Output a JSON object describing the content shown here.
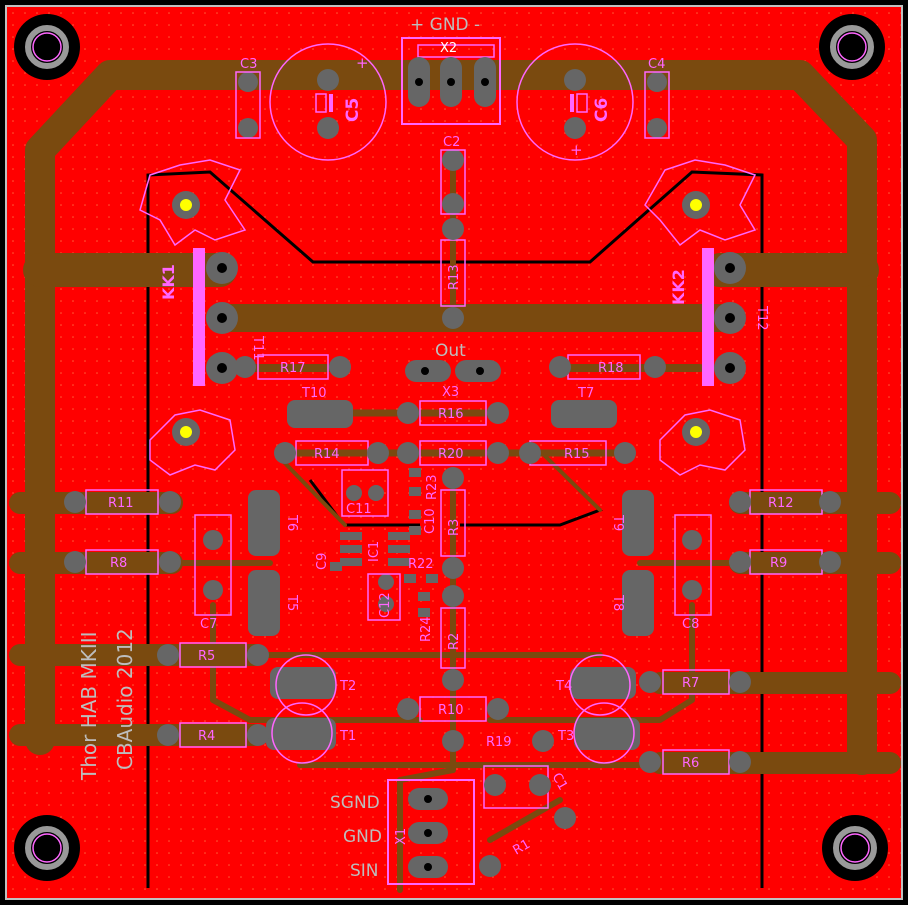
{
  "colors": {
    "background": "#000000",
    "copper_top": "#ff0000",
    "trace_bottom": "#7a4a0f",
    "silkscreen": "#ff66ff",
    "pad": "#666666",
    "mount_ring": "#999999",
    "outline": "#c0c0c0",
    "label_grey": "#bdbdbd"
  },
  "board": {
    "gnd_label": "+ GND -",
    "out_label": "Out",
    "title": "Thor HAB MKIII",
    "subtitle": "CBAudio 2012",
    "input_labels": {
      "sgnd": "SGND",
      "gnd": "GND",
      "sin": "SIN"
    }
  },
  "components": {
    "x2": "X2",
    "x3": "X3",
    "x1": "X1",
    "c1": "C1",
    "c2": "C2",
    "c3": "C3",
    "c4": "C4",
    "c5": "C5",
    "c6": "C6",
    "c7": "C7",
    "c8": "C8",
    "c9": "C9",
    "c10": "C10",
    "c11": "C11",
    "c12": "C12",
    "kk1": "KK1",
    "kk2": "KK2",
    "t1": "T1",
    "t2": "T2",
    "t3": "T3",
    "t4": "T4",
    "t5": "T5",
    "t6": "T6",
    "t7": "T7",
    "t8": "T8",
    "t9": "T9",
    "t10": "T10",
    "t11": "T11",
    "t12": "T12",
    "r1": "R1",
    "r2": "R2",
    "r3": "R3",
    "r4": "R4",
    "r5": "R5",
    "r6": "R6",
    "r7": "R7",
    "r8": "R8",
    "r9": "R9",
    "r10": "R10",
    "r11": "R11",
    "r12": "R12",
    "r13": "R13",
    "r14": "R14",
    "r15": "R15",
    "r16": "R16",
    "r17": "R17",
    "r18": "R18",
    "r19": "R19",
    "r20": "R20",
    "r22": "R22",
    "r23": "R23",
    "r24": "R24",
    "ic1": "IC1",
    "plus1": "+",
    "plus2": "+"
  }
}
